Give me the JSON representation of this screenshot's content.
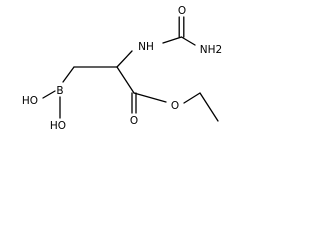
{
  "molecule": {
    "atoms": {
      "urea_oxygen": "O",
      "amine_nitrogen": "NH",
      "urea_nh2": "NH2",
      "boron": "B",
      "boron_oh_upper": "HO",
      "boron_oh_lower": "HO",
      "carbonyl_oxygen": "O",
      "ester_oxygen": "O"
    }
  }
}
